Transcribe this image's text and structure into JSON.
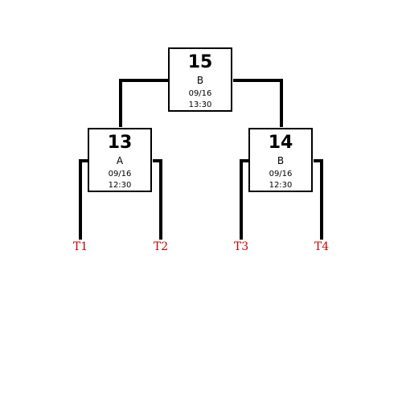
{
  "colors": {
    "line": "#000000",
    "team_label": "#cc0000"
  },
  "games": {
    "final": {
      "number": "15",
      "court": "B",
      "date": "09/16",
      "time": "13:30"
    },
    "left": {
      "number": "13",
      "court": "A",
      "date": "09/16",
      "time": "12:30"
    },
    "right": {
      "number": "14",
      "court": "B",
      "date": "09/16",
      "time": "12:30"
    }
  },
  "teams": [
    "T1",
    "T2",
    "T3",
    "T4"
  ]
}
